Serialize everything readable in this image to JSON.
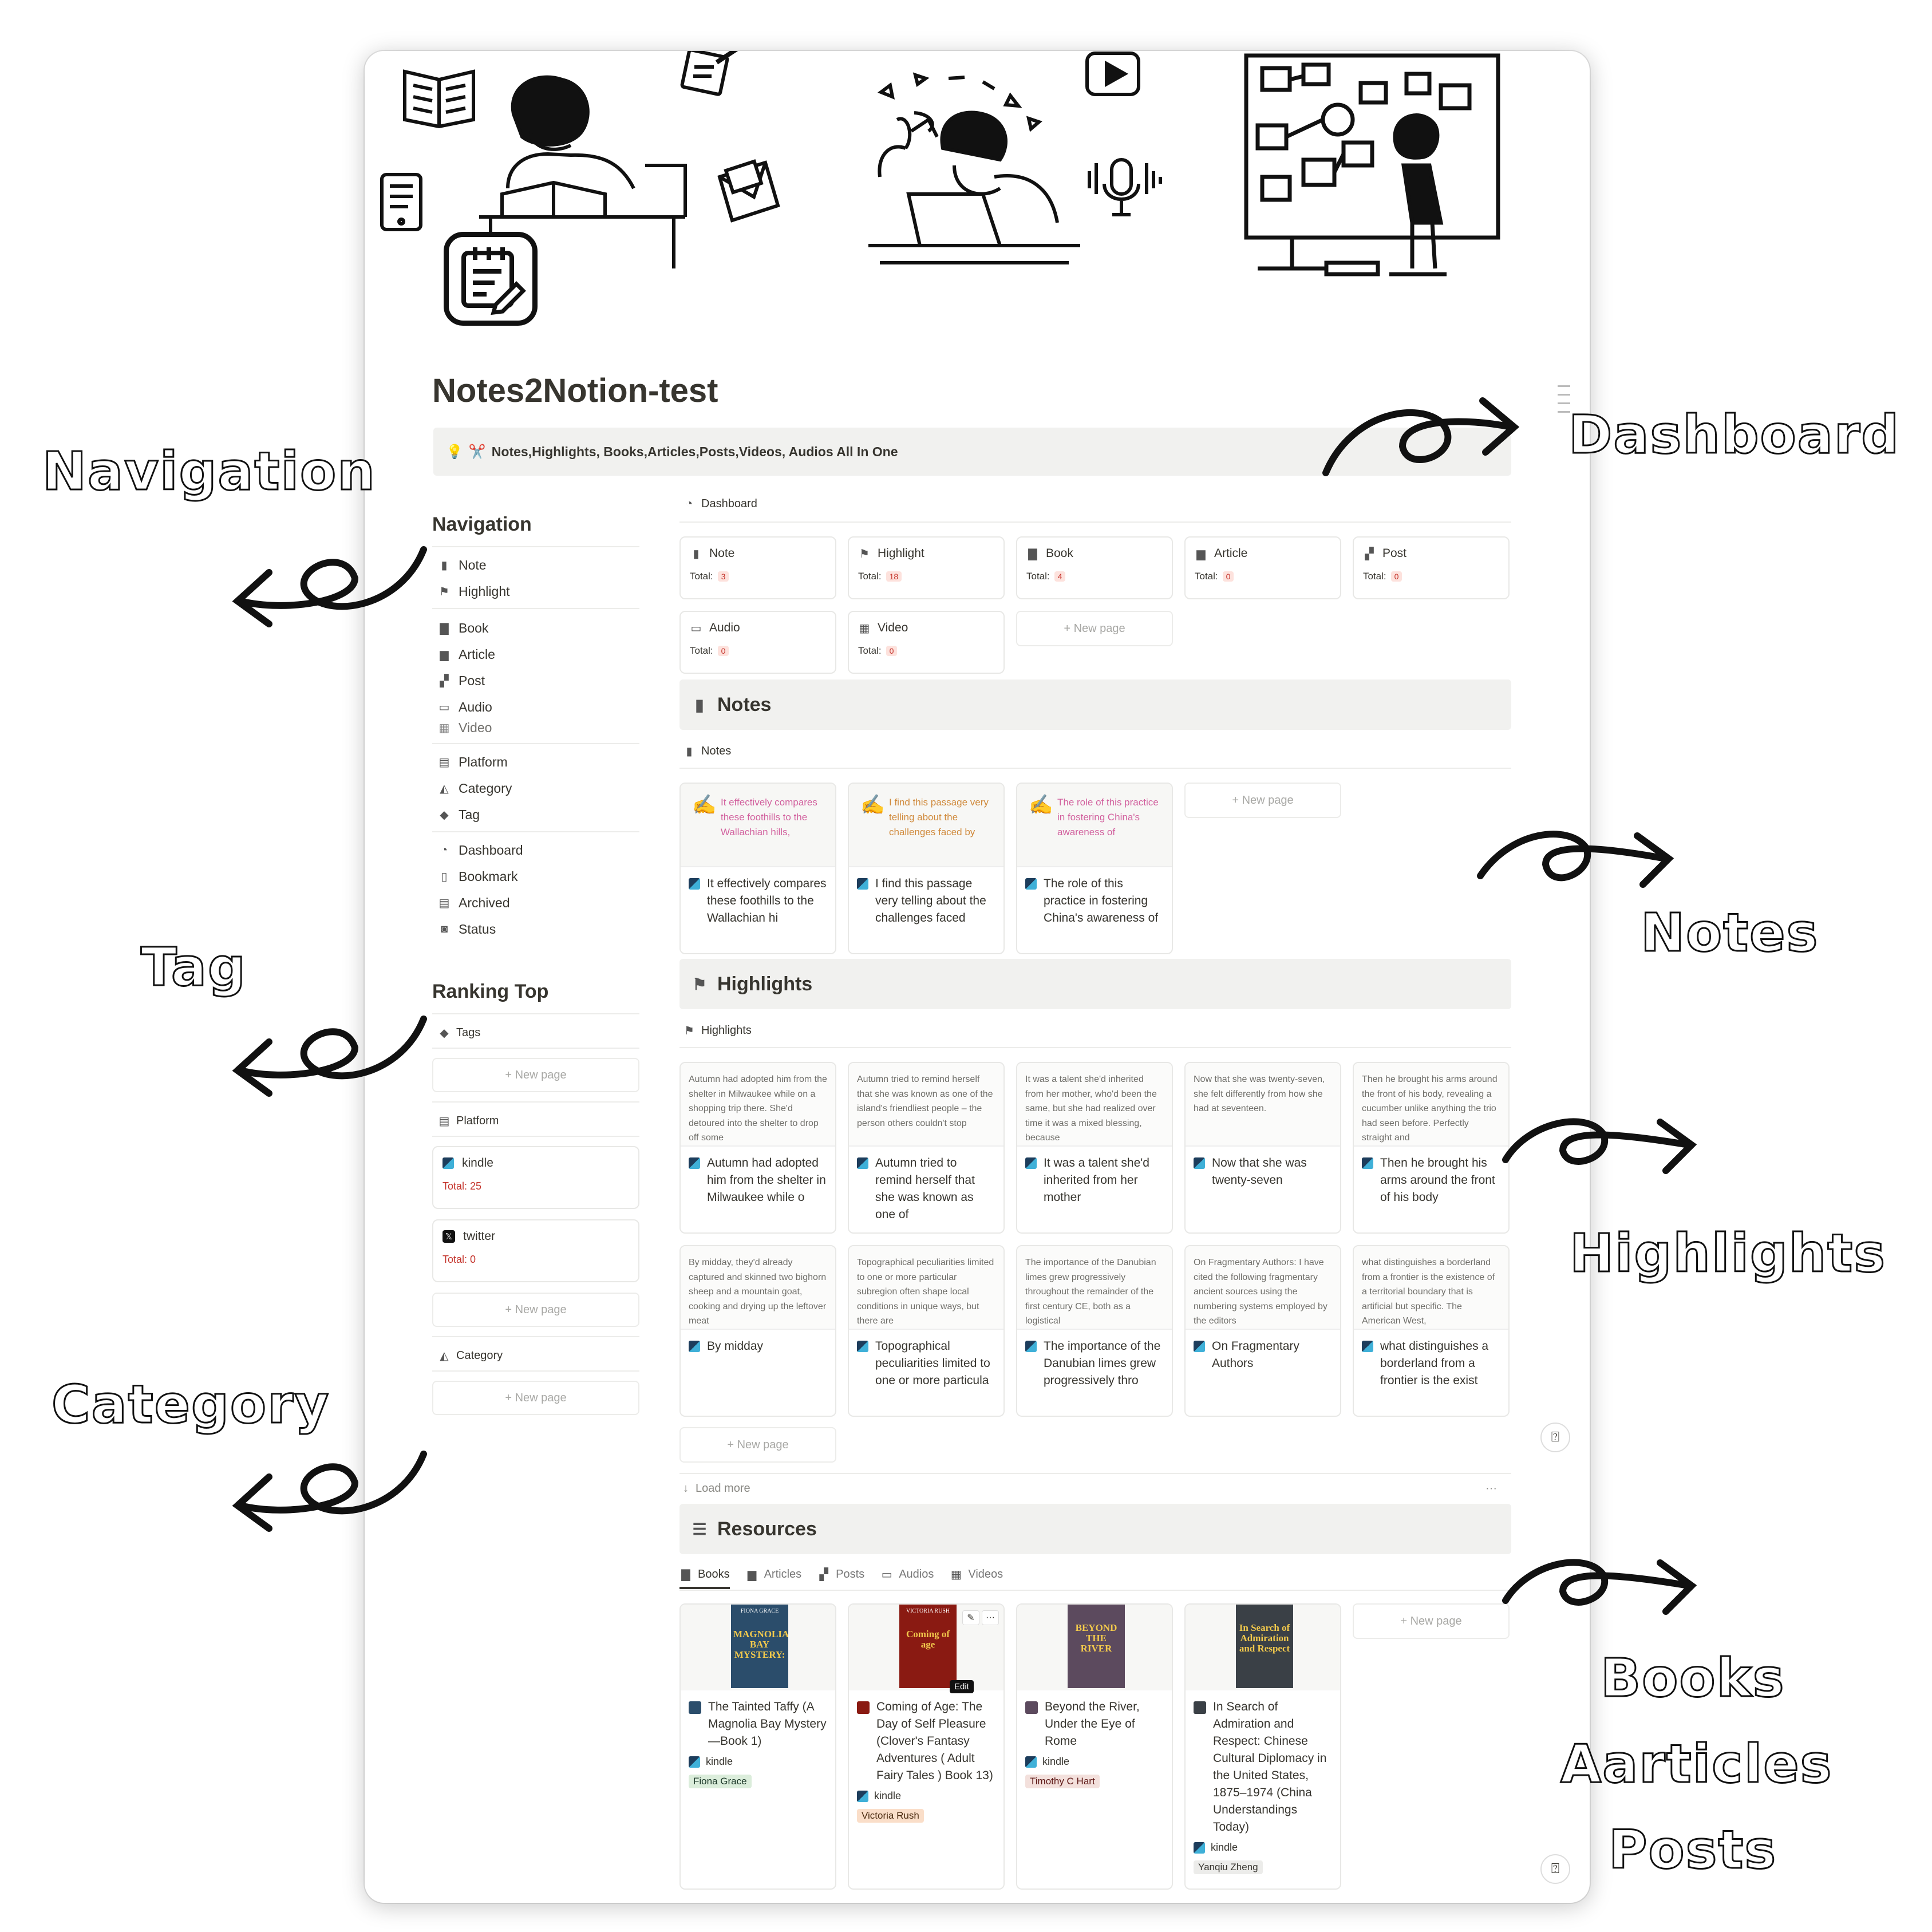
{
  "page": {
    "title": "Notes2Notion-test",
    "callout": {
      "icon": "💡",
      "icon2": "✂️",
      "text": "Notes,Highlights, Books,Articles,Posts,Videos, Audios All In One"
    }
  },
  "navigation": {
    "heading": "Navigation",
    "group1": [
      {
        "label": "Note",
        "icon": "bookmark-icon"
      },
      {
        "label": "Highlight",
        "icon": "flag-icon"
      }
    ],
    "group2": [
      {
        "label": "Book",
        "icon": "book-icon"
      },
      {
        "label": "Article",
        "icon": "file-icon"
      },
      {
        "label": "Post",
        "icon": "post-icon"
      },
      {
        "label": "Audio",
        "icon": "audio-icon"
      },
      {
        "label": "Video",
        "icon": "video-icon"
      }
    ],
    "group3": [
      {
        "label": "Platform",
        "icon": "archive-icon"
      },
      {
        "label": "Category",
        "icon": "shapes-icon"
      },
      {
        "label": "Tag",
        "icon": "tag-icon"
      }
    ],
    "group4": [
      {
        "label": "Dashboard",
        "icon": "dashboard-icon"
      },
      {
        "label": "Bookmark",
        "icon": "bookmark-outline-icon"
      },
      {
        "label": "Archived",
        "icon": "archive-icon"
      },
      {
        "label": "Status",
        "icon": "status-icon"
      }
    ]
  },
  "ranking": {
    "heading": "Ranking Top",
    "tags_label": "Tags",
    "platform_label": "Platform",
    "category_label": "Category",
    "new_page": "+ New page",
    "platforms": [
      {
        "name": "kindle",
        "total": "Total: 25"
      },
      {
        "name": "twitter",
        "total": "Total: 0"
      }
    ]
  },
  "dashboard": {
    "label": "Dashboard",
    "total_label": "Total:",
    "cards": [
      {
        "name": "Note",
        "total": "3"
      },
      {
        "name": "Highlight",
        "total": "18"
      },
      {
        "name": "Book",
        "total": "4"
      },
      {
        "name": "Article",
        "total": "0"
      },
      {
        "name": "Post",
        "total": "0"
      },
      {
        "name": "Audio",
        "total": "0"
      },
      {
        "name": "Video",
        "total": "0"
      }
    ],
    "new_page": "+ New page"
  },
  "notes": {
    "heading": "Notes",
    "view_label": "Notes",
    "new_page": "+ New page",
    "cards": [
      {
        "preview": "It effectively compares these foothills to the Wallachian hills,",
        "title": "It effectively compares these foothills to the Wallachian hi"
      },
      {
        "preview": "I find this passage very telling about the challenges faced by",
        "title": "I find this passage very telling about the challenges faced"
      },
      {
        "preview": "The role of this practice in fostering China's awareness of",
        "title": "The role of this practice in fostering China's awareness of"
      }
    ]
  },
  "highlights": {
    "heading": "Highlights",
    "view_label": "Highlights",
    "new_page": "+ New page",
    "load_more": "Load more",
    "more": "···",
    "cards": [
      {
        "preview": "Autumn had adopted him from the shelter in Milwaukee while on a shopping trip there. She'd detoured into the shelter to drop off some",
        "title": "Autumn had adopted him from the shelter in Milwaukee while o"
      },
      {
        "preview": "Autumn tried to remind herself that she was known as one of the island's friendliest people – the person others couldn't stop",
        "title": "Autumn tried to remind herself that she was known as one of"
      },
      {
        "preview": "It was a talent she'd inherited from her mother, who'd been the same, but she had realized over time it was a mixed blessing, because",
        "title": "It was a talent she'd inherited from her mother"
      },
      {
        "preview": "Now that she was twenty-seven, she felt differently from how she had at seventeen.",
        "title": "Now that she was twenty-seven"
      },
      {
        "preview": "Then he brought his arms around the front of his body, revealing a cucumber unlike anything the trio had seen before. Perfectly straight and",
        "title": "Then he brought his arms around the front of his body"
      },
      {
        "preview": "By midday, they'd already captured and skinned two bighorn sheep and a mountain goat, cooking and drying up the leftover meat",
        "title": "By midday"
      },
      {
        "preview": "Topographical peculiarities limited to one or more particular subregion often shape local conditions in unique ways, but there are",
        "title": "Topographical peculiarities limited to one or more particula"
      },
      {
        "preview": "The importance of the Danubian limes grew progressively throughout the remainder of the first century CE, both as a logistical",
        "title": "The importance of the Danubian limes grew progressively thro"
      },
      {
        "preview": "On Fragmentary Authors: I have cited the following fragmentary ancient sources using the numbering systems employed by the editors",
        "title": "On Fragmentary Authors"
      },
      {
        "preview": "what distinguishes a borderland from a frontier is the existence of a territorial boundary that is artificial but specific. The American West,",
        "title": "what distinguishes a borderland from a frontier is the exist"
      }
    ]
  },
  "resources": {
    "heading": "Resources",
    "tabs": [
      "Books",
      "Articles",
      "Posts",
      "Audios",
      "Videos"
    ],
    "new_page": "+ New page",
    "edit_tooltip": "Edit",
    "books": [
      {
        "title": "The Tainted Taffy (A Magnolia Bay Mystery—Book 1)",
        "platform": "kindle",
        "author": "Fiona Grace",
        "author_bg": "#dbeddb",
        "author_fg": "#1c3829",
        "cover_title": "MAGNOLIA BAY MYSTERY:",
        "cover_top": "FIONA GRACE",
        "cover_color": "#2b4d6b"
      },
      {
        "title": "Coming of Age: The Day of Self Pleasure (Clover's Fantasy Adventures ( Adult Fairy Tales ) Book 13)",
        "platform": "kindle",
        "author": "Victoria Rush",
        "author_bg": "#fadec9",
        "author_fg": "#49290e",
        "cover_title": "Coming of age",
        "cover_top": "VICTORIA RUSH",
        "cover_color": "#8a1a12"
      },
      {
        "title": "Beyond the River, Under the Eye of Rome",
        "platform": "kindle",
        "author": "Timothy C Hart",
        "author_bg": "#f3e0dc",
        "author_fg": "#5d1715",
        "cover_title": "BEYOND THE RIVER",
        "cover_top": "",
        "cover_color": "#5c4a5e"
      },
      {
        "title": "In Search of Admiration and Respect: Chinese Cultural Diplomacy in the United States, 1875–1974 (China Understandings Today)",
        "platform": "kindle",
        "author": "Yanqiu Zheng",
        "author_bg": "#ececea",
        "author_fg": "#37352f",
        "cover_title": "In Search of Admiration and Respect",
        "cover_top": "",
        "cover_color": "#3a4046"
      }
    ]
  },
  "annotations": {
    "navigation": "Navigation",
    "tag": "Tag",
    "category": "Category",
    "dashboard": "Dashboard",
    "notes": "Notes",
    "highlights": "Highlights",
    "resources_lines": [
      "Books",
      "Aarticles",
      "Posts"
    ]
  }
}
